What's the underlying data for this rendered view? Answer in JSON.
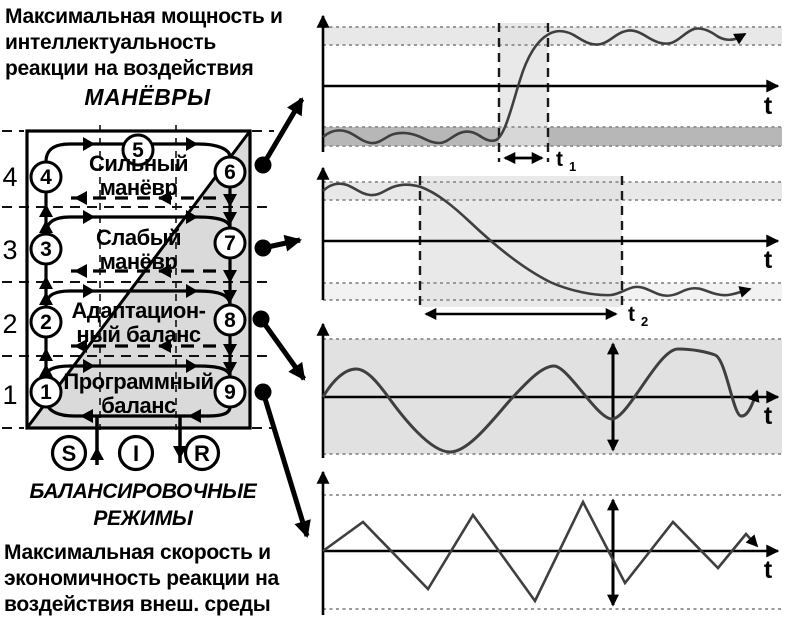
{
  "header": {
    "title_lines": [
      "Максимальная мощность и",
      "интеллектуальность",
      "реакции на воздействия"
    ],
    "maneuvers_label": "МАНЁВРЫ"
  },
  "diagram": {
    "scale_labels": [
      "4",
      "3",
      "2",
      "1"
    ],
    "rows": [
      {
        "label_lines": [
          "Сильный",
          "манёвр"
        ]
      },
      {
        "label_lines": [
          "Слабый",
          "манёвр"
        ]
      },
      {
        "label_lines": [
          "Адаптацион-",
          "ный баланс"
        ]
      },
      {
        "label_lines": [
          "Программный",
          "баланс"
        ]
      }
    ],
    "nodes": {
      "n1": "1",
      "n2": "2",
      "n3": "3",
      "n4": "4",
      "n5": "5",
      "n6": "6",
      "n7": "7",
      "n8": "8",
      "n9": "9"
    },
    "io_nodes": {
      "s": "S",
      "i": "I",
      "r": "R"
    }
  },
  "plots": [
    {
      "t_axis_label": "t",
      "interval_label_base": "t",
      "interval_label_sub": "1"
    },
    {
      "t_axis_label": "t",
      "interval_label_base": "t",
      "interval_label_sub": "2"
    },
    {
      "t_axis_label": "t"
    },
    {
      "t_axis_label": "t"
    }
  ],
  "footer": {
    "balancing_lines": [
      "БАЛАНСИРОВОЧНЫЕ",
      "РЕЖИМЫ"
    ],
    "title_lines": [
      "Максимальная скорость и",
      "экономичность реакции на",
      "воздействия внеш. среды"
    ]
  },
  "colors": {
    "band_light": "#e8e8e8",
    "band_mid": "#e1e1e1",
    "band_faint": "#f2f2f2",
    "band_dark": "#b7b7b7",
    "diagonal_shade": "#dadada",
    "curve": "#3f3f3f"
  }
}
